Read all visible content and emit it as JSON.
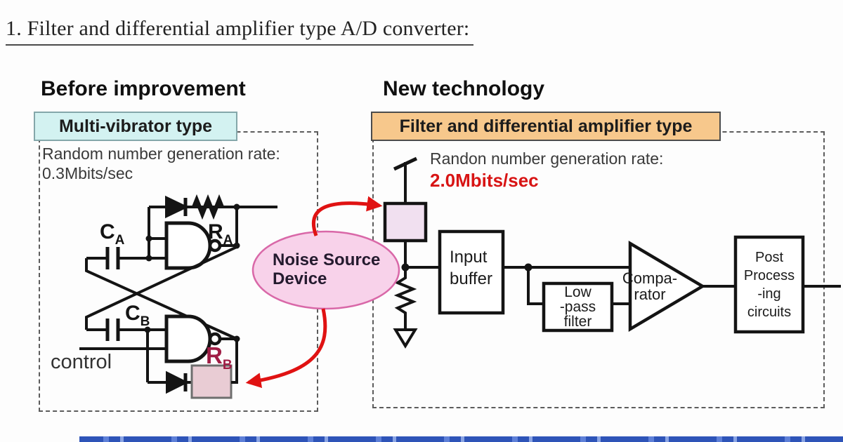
{
  "page": {
    "title": "1. Filter and differential amplifier type A/D converter:"
  },
  "before": {
    "heading": "Before improvement",
    "type_label": "Multi-vibrator type",
    "rate_line1": "Random number generation rate:",
    "rate_line2": "0.3Mbits/sec",
    "control_label": "control",
    "labels": {
      "ca_main": "C",
      "ca_sub": "A",
      "ra_main": "R",
      "ra_sub": "A",
      "cb_main": "C",
      "cb_sub": "B",
      "rb_main": "R",
      "rb_sub": "B"
    }
  },
  "new_tech": {
    "heading": "New technology",
    "type_label": "Filter and differential amplifier type",
    "rate_line1": "Randon number generation rate:",
    "rate_line2": "2.0Mbits/sec",
    "blocks": {
      "input_buffer": [
        "Input",
        "buffer"
      ],
      "low_pass_filter": [
        "Low",
        "-pass",
        "filter"
      ],
      "comparator": [
        "Compa-",
        "rator"
      ],
      "post_processing": [
        "Post",
        "Process",
        "-ing",
        "circuits"
      ]
    }
  },
  "noise_device": {
    "line1": "Noise Source",
    "line2": "Device"
  },
  "colors": {
    "cyan_box_fill": "#d3f2f1",
    "orange_box_fill": "#f7c88c",
    "noise_ellipse_fill": "#f8d2ea",
    "noise_ellipse_border": "#d968a8",
    "noise_square_fill": "#f1e0f0",
    "old_noise_box_fill": "#e9ccd4",
    "rate_red": "#d81414",
    "arrow_red": "#e01212",
    "rb_crimson": "#a01d45"
  }
}
